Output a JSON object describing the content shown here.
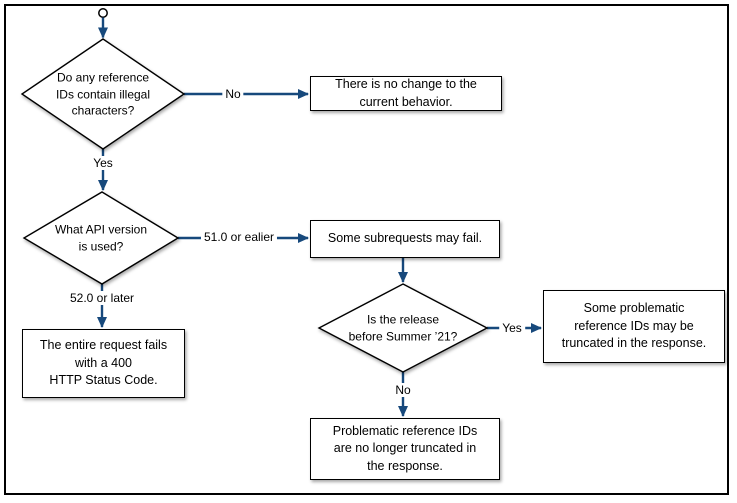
{
  "colors": {
    "arrow": "#17497C",
    "node_border": "#000000",
    "node_fill": "#FFFFFF",
    "page_background": "#FFFFFF",
    "text": "#000000"
  },
  "flowchart": {
    "decisions": {
      "illegal_chars": {
        "lines": [
          "Do any reference",
          "IDs contain illegal",
          "characters?"
        ]
      },
      "api_version": {
        "lines": [
          "What API version",
          "is used?"
        ]
      },
      "release_before_summer21": {
        "lines": [
          "Is the release",
          "before Summer ’21?"
        ]
      }
    },
    "outcomes": {
      "no_change": {
        "lines": [
          "There is no change to the",
          "current behavior."
        ]
      },
      "subrequests_fail": {
        "lines": [
          "Some subrequests may fail."
        ]
      },
      "request_fails_400": {
        "lines": [
          "The entire request fails",
          "with a 400",
          "HTTP Status Code."
        ]
      },
      "ids_truncated": {
        "lines": [
          "Some problematic",
          "reference IDs may be",
          "truncated in the response."
        ]
      },
      "ids_not_truncated": {
        "lines": [
          "Problematic reference IDs",
          "are no longer truncated in",
          "the response."
        ]
      }
    },
    "edge_labels": {
      "no_illegal": "No",
      "yes_illegal": "Yes",
      "v51_or_earlier": "51.0 or ealier",
      "v52_or_later": "52.0 or later",
      "yes_before_summer21": "Yes",
      "no_before_summer21": "No"
    }
  }
}
